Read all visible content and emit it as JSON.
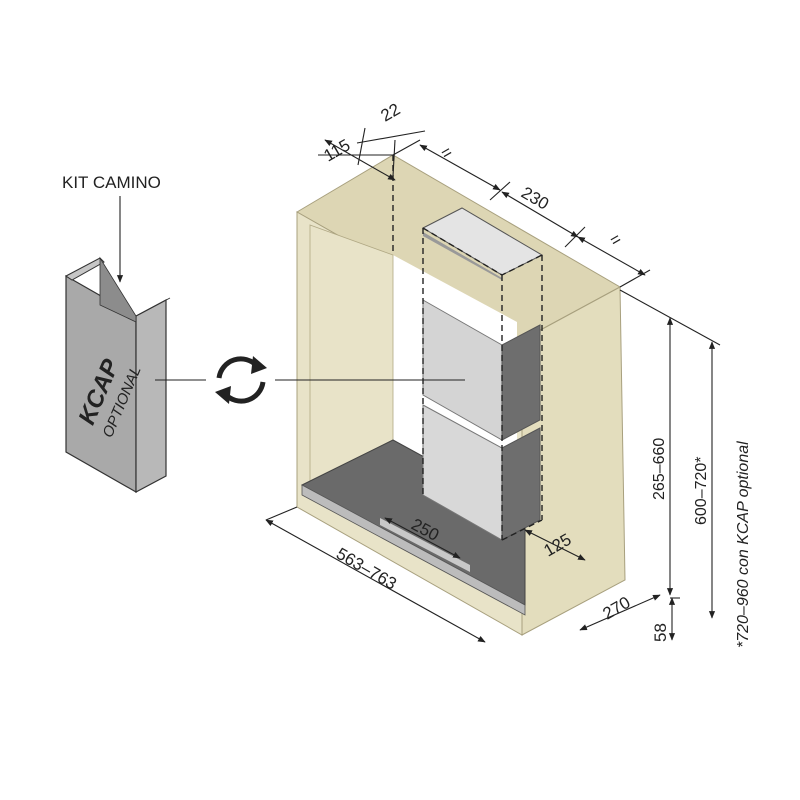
{
  "kit": {
    "title": "KIT CAMINO",
    "brand": "KCAP",
    "subtitle": "OPTIONAL"
  },
  "dimensions": {
    "top_115": "115",
    "top_22": "22",
    "top_eq_left": "=",
    "top_230": "230",
    "top_eq_right": "=",
    "height_range": "265–660",
    "total_height": "600–720*",
    "kcap_note": "*720–960 con KCAP optional",
    "width_range": "563–763",
    "depth_250": "250",
    "depth_125": "125",
    "depth_270": "270",
    "bottom_58": "58"
  },
  "colors": {
    "cabinet": "#e8e3c8",
    "cabinet_edge": "#d8d0ac",
    "hood_body": "#d4d4d4",
    "hood_side": "#6e6e6e",
    "hood_shelf": "#6a6a6a",
    "glass": "#c9c9c9"
  },
  "icons": [
    "rotate-arrows-icon",
    "down-arrow-icon"
  ]
}
